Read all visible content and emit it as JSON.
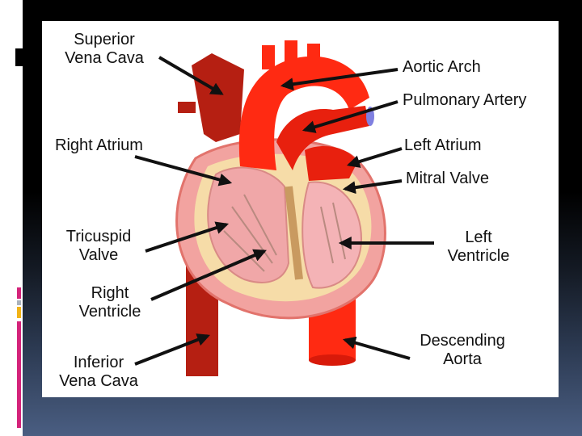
{
  "labels": {
    "superior_vena_cava": [
      "Superior",
      "Vena Cava"
    ],
    "aortic_arch": "Aortic Arch",
    "pulmonary_artery": "Pulmonary Artery",
    "right_atrium": "Right Atrium",
    "left_atrium": "Left Atrium",
    "mitral_valve": "Mitral Valve",
    "tricuspid_valve": [
      "Tricuspid",
      "Valve"
    ],
    "left_ventricle": [
      "Left",
      "Ventricle"
    ],
    "right_ventricle": [
      "Right",
      "Ventricle"
    ],
    "inferior_vena_cava": [
      "Inferior",
      "Vena Cava"
    ],
    "descending_aorta": [
      "Descending",
      "Aorta"
    ]
  },
  "colors": {
    "aorta_red": "#ff2a12",
    "vein_dark_red": "#b51f12",
    "tissue_pink": "#f2a3a0",
    "muscle_tan": "#f6dca8",
    "background_white": "#ffffff"
  }
}
